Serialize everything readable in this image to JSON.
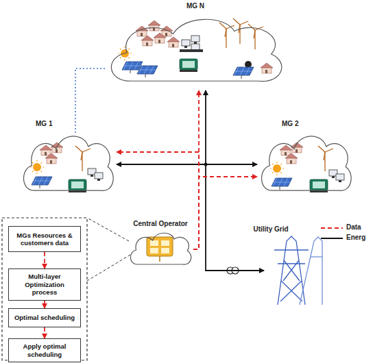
{
  "diagram": {
    "nodes": [
      {
        "text": [
          "MG N"
        ]
      },
      {
        "text": [
          "MG 1"
        ]
      },
      {
        "text": [
          "MG 2"
        ]
      },
      {
        "text": [
          "Central Operator"
        ]
      },
      {
        "text": [
          "Utility Grid"
        ]
      },
      {
        "text": [
          "MGs Resources & customers data"
        ]
      },
      {
        "text": [
          "Multi-layer Optimization process"
        ]
      },
      {
        "text": [
          "Optimal scheduling"
        ]
      },
      {
        "text": [
          "Apply optimal scheduling"
        ]
      }
    ],
    "edges": [
      {
        "from": 5,
        "to": 6,
        "arrow": "to"
      },
      {
        "from": 6,
        "to": 7,
        "arrow": "to"
      },
      {
        "from": 7,
        "to": 8,
        "arrow": "to"
      },
      {
        "from": 4,
        "to": 0,
        "arrow": "both"
      },
      {
        "from": 1,
        "to": 2,
        "arrow": "both"
      },
      {
        "from": 3,
        "to": 0,
        "arrow": "to"
      },
      {
        "from": 3,
        "to": 1,
        "arrow": "to"
      },
      {
        "from": 3,
        "to": 2,
        "arrow": "to"
      },
      {
        "from": 1,
        "to": 0,
        "arrow": "none"
      }
    ],
    "legend": [
      {
        "text": "Data"
      },
      {
        "text": "Energ"
      }
    ]
  }
}
